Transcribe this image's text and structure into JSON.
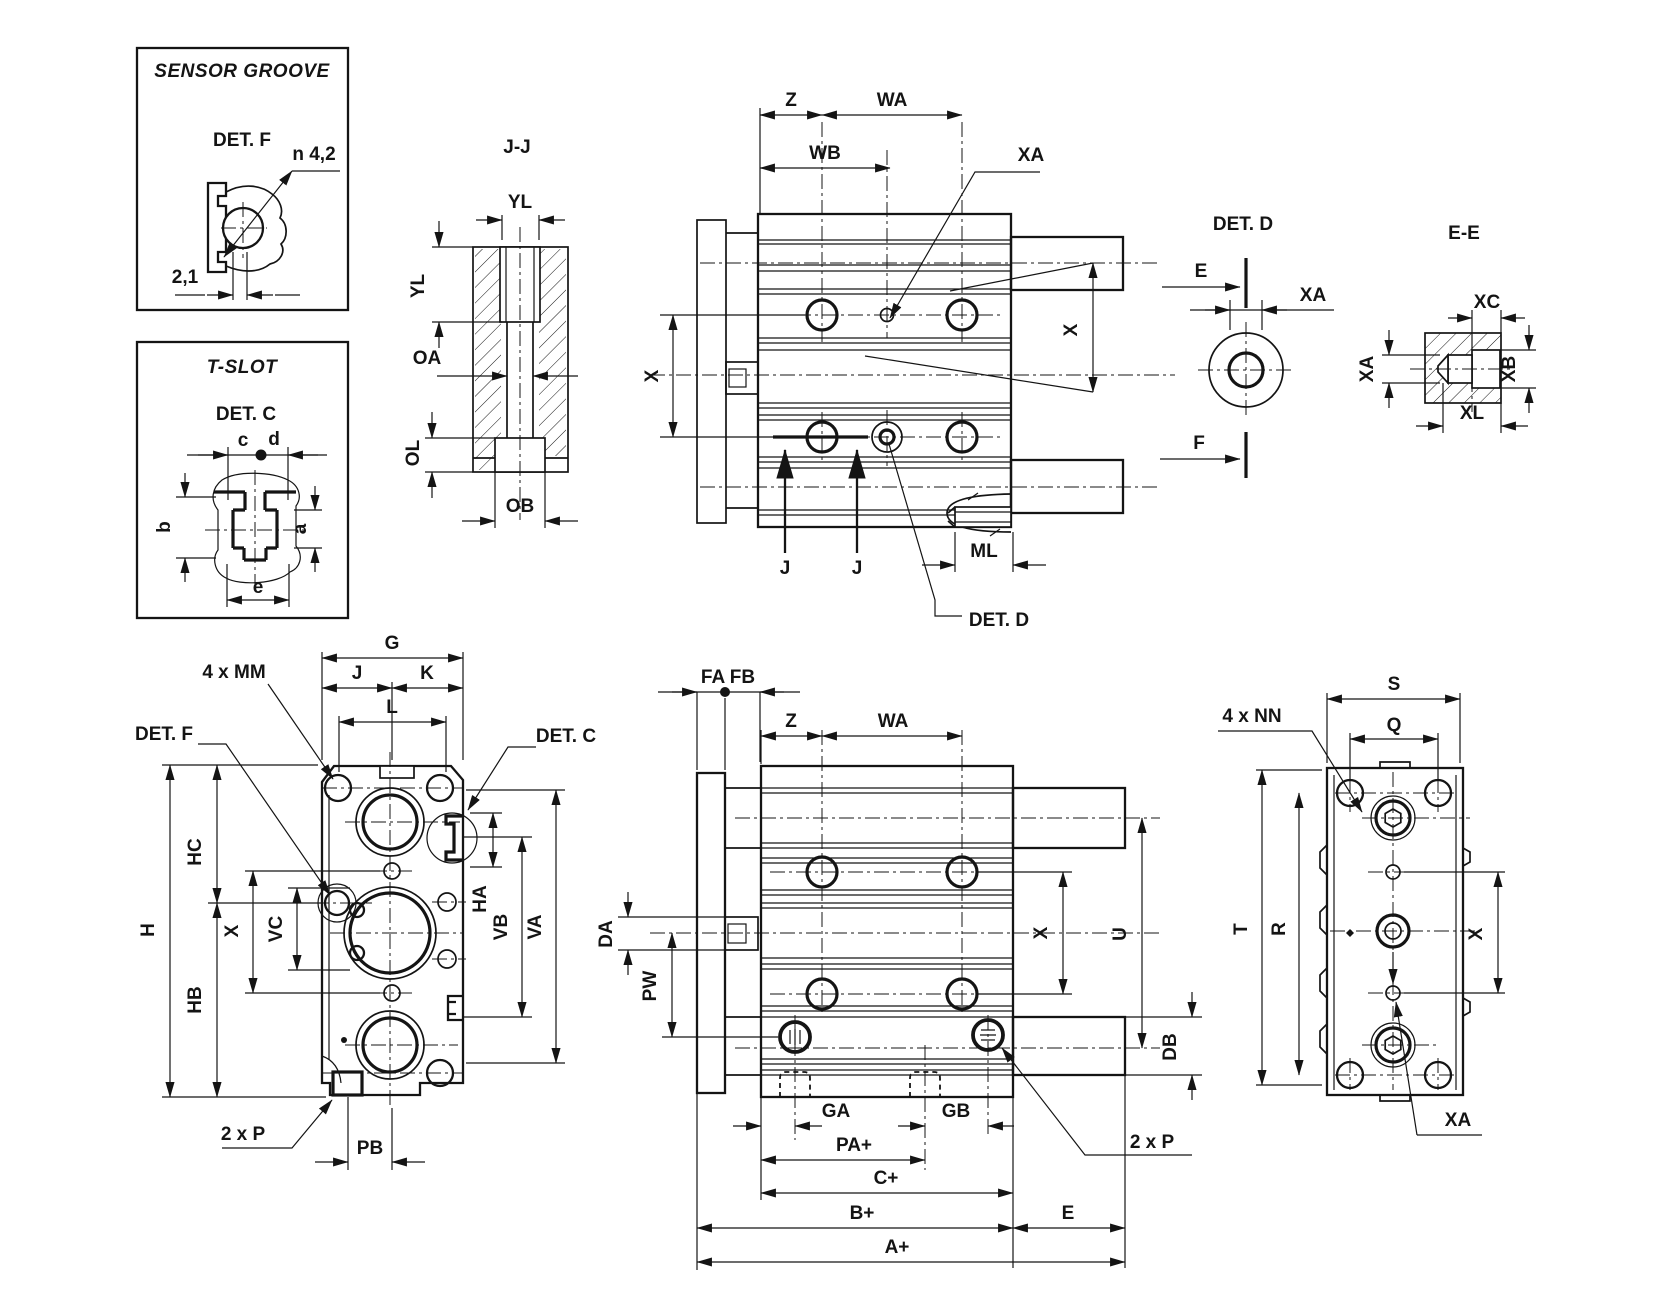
{
  "drawing": {
    "background": "#ffffff",
    "line_color": "#141414",
    "type": "technical-dimension-drawing"
  },
  "labels": {
    "sensor_box": {
      "title": "SENSOR GROOVE",
      "det": "DET. F",
      "dia": "n 4,2",
      "w": "2,1"
    },
    "tslot_box": {
      "title": "T-SLOT",
      "det": "DET. C",
      "c": "c",
      "d": "d",
      "b": "b",
      "a": "a",
      "e": "e"
    },
    "jj": {
      "title": "J-J",
      "yl_top": "YL",
      "yl_side": "YL",
      "oa": "OA",
      "ol": "OL",
      "ob": "OB"
    },
    "side_top": {
      "z": "Z",
      "wa": "WA",
      "wb": "WB",
      "xa": "XA",
      "x_left": "X",
      "x_right": "X",
      "j_left": "J",
      "j_right": "J",
      "ml": "ML",
      "det_d": "DET. D"
    },
    "det_d": {
      "title": "DET. D",
      "e": "E",
      "f": "F",
      "xa": "XA"
    },
    "ee": {
      "title": "E-E",
      "xc": "XC",
      "xa_side": "XA",
      "xb": "XB",
      "xl": "XL"
    },
    "end_view": {
      "g": "G",
      "j": "J",
      "k": "K",
      "l": "L",
      "mm": "4 x MM",
      "det_f": "DET. F",
      "det_c": "DET. C",
      "h": "H",
      "hc": "HC",
      "x": "X",
      "vc": "VC",
      "hb": "HB",
      "ha": "HA",
      "vb": "VB",
      "va": "VA",
      "p": "2 x P",
      "pb": "PB"
    },
    "side_bottom": {
      "fafb": "FA FB",
      "z": "Z",
      "wa": "WA",
      "da": "DA",
      "pw": "PW",
      "x": "X",
      "u": "U",
      "db": "DB",
      "ga": "GA",
      "gb": "GB",
      "pa": "PA+",
      "c": "C+",
      "b": "B+",
      "a": "A+",
      "e": "E",
      "p": "2 x P"
    },
    "top_view": {
      "s": "S",
      "q": "Q",
      "nn": "4 x NN",
      "t": "T",
      "r": "R",
      "x": "X",
      "xa": "XA"
    }
  }
}
